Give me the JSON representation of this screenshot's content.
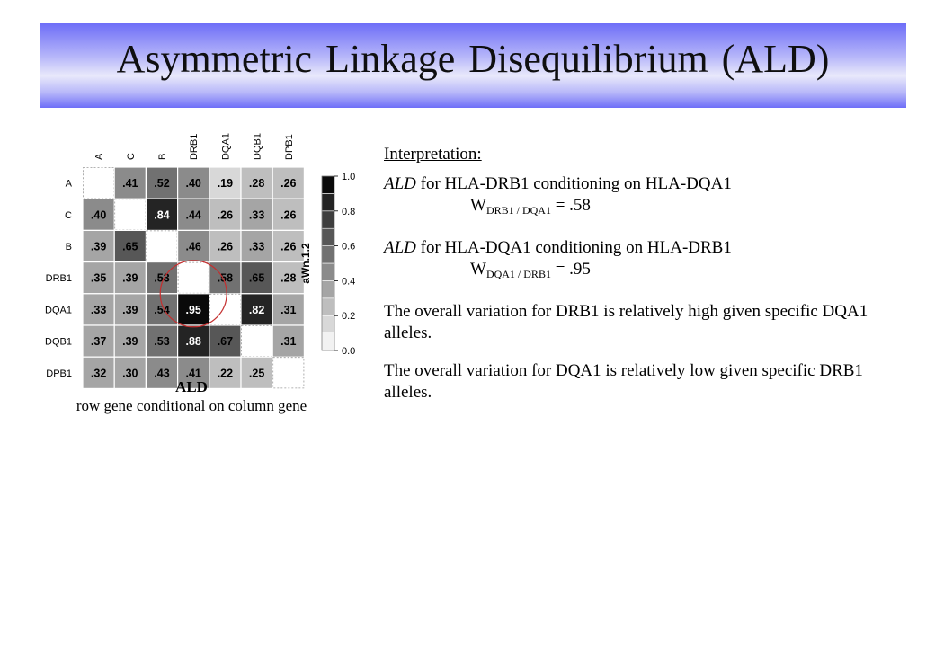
{
  "title": "Asymmetric Linkage Disequilibrium (ALD)",
  "chart_data": {
    "type": "heatmap",
    "row_labels": [
      "A",
      "C",
      "B",
      "DRB1",
      "DQA1",
      "DQB1",
      "DPB1"
    ],
    "col_labels": [
      "A",
      "C",
      "B",
      "DRB1",
      "DQA1",
      "DQB1",
      "DPB1"
    ],
    "values": [
      [
        null,
        0.41,
        0.52,
        0.4,
        0.19,
        0.28,
        0.26
      ],
      [
        0.4,
        null,
        0.84,
        0.44,
        0.26,
        0.33,
        0.26
      ],
      [
        0.39,
        0.65,
        null,
        0.46,
        0.26,
        0.33,
        0.26
      ],
      [
        0.35,
        0.39,
        0.53,
        null,
        0.58,
        0.65,
        0.28
      ],
      [
        0.33,
        0.39,
        0.54,
        0.95,
        null,
        0.82,
        0.31
      ],
      [
        0.37,
        0.39,
        0.53,
        0.88,
        0.67,
        null,
        0.31
      ],
      [
        0.32,
        0.3,
        0.43,
        0.41,
        0.22,
        0.25,
        null
      ]
    ],
    "cell_labels": [
      [
        "",
        ".41",
        ".52",
        ".40",
        ".19",
        ".28",
        ".26"
      ],
      [
        ".40",
        "",
        ".84",
        ".44",
        ".26",
        ".33",
        ".26"
      ],
      [
        ".39",
        ".65",
        "",
        ".46",
        ".26",
        ".33",
        ".26"
      ],
      [
        ".35",
        ".39",
        ".53",
        "",
        ".58",
        ".65",
        ".28"
      ],
      [
        ".33",
        ".39",
        ".54",
        ".95",
        "",
        ".82",
        ".31"
      ],
      [
        ".37",
        ".39",
        ".53",
        ".88",
        ".67",
        "",
        ".31"
      ],
      [
        ".32",
        ".30",
        ".43",
        ".41",
        ".22",
        ".25",
        ""
      ]
    ],
    "colorbar_label": "aWn.1.2",
    "colorbar_ticks": [
      "1.0",
      "0.8",
      "0.6",
      "0.4",
      "0.2",
      "0.0"
    ],
    "colorbar_range": [
      0,
      1
    ],
    "colorbar_steps": 10,
    "highlight_cell": "DQA1 / DRB1"
  },
  "caption": {
    "title": "ALD",
    "subtitle": "row gene conditional on column gene"
  },
  "interpretation": {
    "heading": "Interpretation:",
    "block1": {
      "ald": "ALD",
      "text": " for HLA-DRB1  conditioning on HLA-DQA1",
      "w": "W",
      "sub": "DRB1 / DQA1",
      "value": " = .58"
    },
    "block2": {
      "ald": "ALD",
      "text": " for HLA-DQA1  conditioning on HLA-DRB1",
      "w": "W",
      "sub": "DQA1 / DRB1",
      "value": " = .95"
    },
    "para1": "The overall variation for DRB1 is relatively high given specific DQA1 alleles.",
    "para2": "The overall variation for DQA1 is relatively low given specific DRB1 alleles."
  }
}
